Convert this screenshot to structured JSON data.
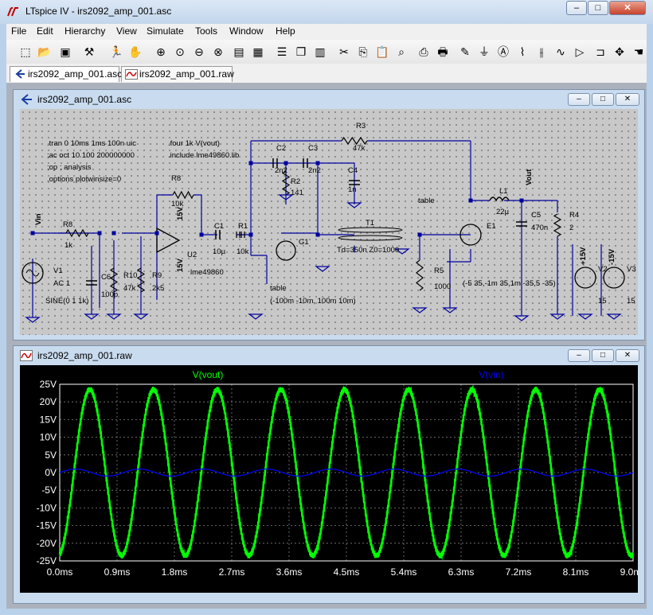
{
  "window": {
    "title": "LTspice IV - irs2092_amp_001.asc",
    "minimize": "–",
    "maximize": "□",
    "close": "✕"
  },
  "menu": [
    "File",
    "Edit",
    "Hierarchy",
    "View",
    "Simulate",
    "Tools",
    "Window",
    "Help"
  ],
  "toolbar_icons": [
    "new-schematic-icon",
    "open-icon",
    "save-icon",
    "control-panel-icon",
    "run-icon",
    "halt-icon",
    "zoom-in-icon",
    "zoom-pan-icon",
    "zoom-out-icon",
    "zoom-cancel-icon",
    "autoscale-icon",
    "waveform-icon",
    "tile-horizontal-icon",
    "cascade-icon",
    "tile-vertical-icon",
    "cut-icon",
    "copy-icon",
    "paste-icon",
    "find-icon",
    "print-setup-icon",
    "print-icon",
    "pencil-icon",
    "ground-icon",
    "label-icon",
    "resistor-icon",
    "capacitor-icon",
    "inductor-icon",
    "diode-icon",
    "component-icon",
    "move-icon",
    "drag-icon"
  ],
  "tabs": [
    {
      "label": "irs2092_amp_001.asc",
      "icon": "schematic-icon",
      "active": true
    },
    {
      "label": "irs2092_amp_001.raw",
      "icon": "waveform-icon",
      "active": false
    }
  ],
  "schematic": {
    "title": "irs2092_amp_001.asc",
    "directives": [
      ".tran 0 10ms 1ms 100n uic",
      ";ac oct 10 100 200000000",
      ";op ; analysis",
      ".options plotwinsize=0",
      ".four 1k V(vout)",
      ".include lme49860.lib"
    ],
    "labels": {
      "vin": "Vin",
      "r8a": "R8",
      "r8a_val": "1k",
      "r8b": "R8",
      "r8b_val": "10k",
      "v15a": "15V",
      "v15b": "15V",
      "u2": "U2",
      "u2_model": "lme49860",
      "c1": "C1",
      "c1_val": "10µ",
      "r1": "R1",
      "r1_val": "10k",
      "c2": "C2",
      "c2_val": "2n2",
      "c3": "C3",
      "c3_val": "2n2",
      "r2": "R2",
      "r2_val": "141",
      "c4": "C4",
      "c4_val": "1n",
      "r3": "R3",
      "r3_val": "47k",
      "table1": "table",
      "g1": "G1",
      "table2": "table",
      "g1_val": "(-100m -10m, 100m 10m)",
      "t1": "T1",
      "t1_val": "Td=350n Z0=1000",
      "r5": "R5",
      "r5_val": "1000",
      "e1": "E1",
      "e1_val": "(-5 35,-1m 35,1m -35,5 -35)",
      "l1": "L1",
      "l1_val": "22µ",
      "vout": "Vout",
      "c5": "C5",
      "c5_val": "470n",
      "r4": "R4",
      "r4_val": "2",
      "v15c": "+15V",
      "v15d": "-15V",
      "v2": "V2",
      "v2_val": "15",
      "v3": "V3",
      "v3_val": "15",
      "v1": "V1",
      "v1_ac": "AC 1",
      "v1_sine": "SINE(0 1 1k)",
      "c6": "C6",
      "c6_val": "100p",
      "r10": "R10",
      "r10_val": "47k",
      "r9": "R9",
      "r9_val": "2k5"
    }
  },
  "waveform": {
    "title": "irs2092_amp_001.raw",
    "colors": {
      "vout": "#00ff00",
      "vin": "#0000ff",
      "axis": "#ffffff",
      "grid": "#808080"
    }
  },
  "chart_data": {
    "type": "line",
    "title": "",
    "xlabel": "",
    "ylabel": "",
    "x_range": [
      0.0,
      9.0
    ],
    "y_range": [
      -25,
      25
    ],
    "x_ticks": [
      "0.0ms",
      "0.9ms",
      "1.8ms",
      "2.7ms",
      "3.6ms",
      "4.5ms",
      "5.4ms",
      "6.3ms",
      "7.2ms",
      "8.1ms",
      "9.0ms"
    ],
    "y_ticks": [
      "25V",
      "20V",
      "15V",
      "10V",
      "5V",
      "0V",
      "-5V",
      "-10V",
      "-15V",
      "-20V",
      "-25V"
    ],
    "grid": true,
    "series": [
      {
        "name": "V(vout)",
        "type": "sine",
        "amplitude": 23.5,
        "frequency_khz": 1,
        "phase_deg": -80,
        "ripple": 0.8
      },
      {
        "name": "V(vin)",
        "type": "sine",
        "amplitude": 1,
        "frequency_khz": 1,
        "phase_deg": 0
      }
    ]
  }
}
